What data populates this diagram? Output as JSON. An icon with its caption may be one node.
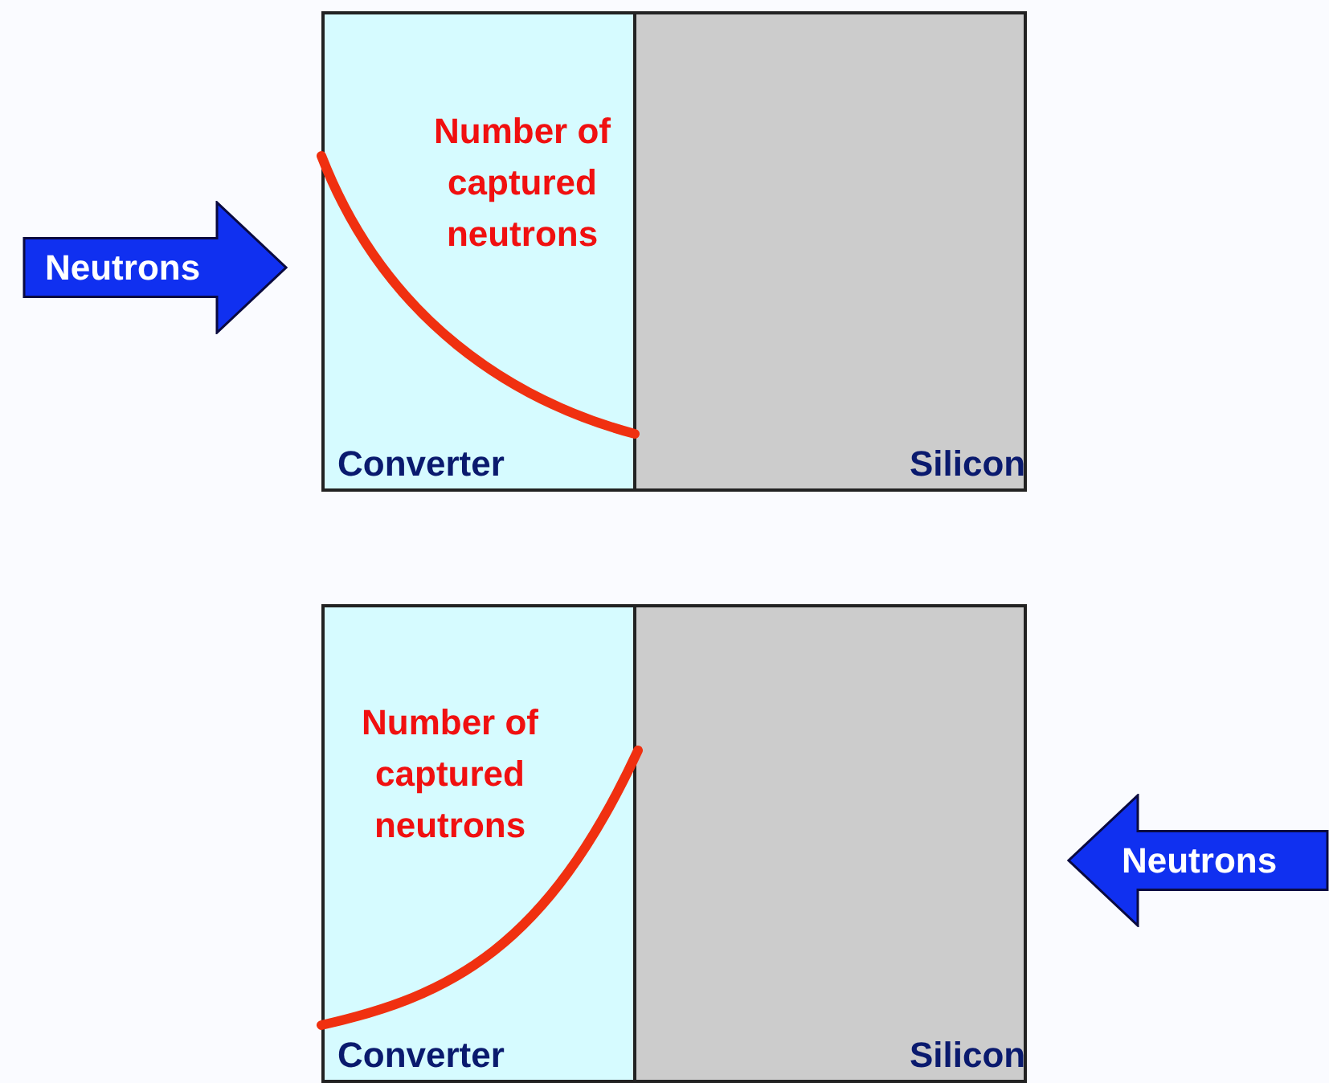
{
  "diagram": {
    "nodes": [
      {
        "text": [
          "Converter"
        ]
      },
      {
        "text": [
          "Silicon"
        ]
      },
      {
        "text": [
          "Neutrons"
        ]
      },
      {
        "text": [
          "Converter"
        ]
      },
      {
        "text": [
          "Silicon"
        ]
      },
      {
        "text": [
          "Neutrons"
        ]
      }
    ],
    "labels": [
      "Number of captured neutrons",
      "Number of captured neutrons"
    ]
  }
}
